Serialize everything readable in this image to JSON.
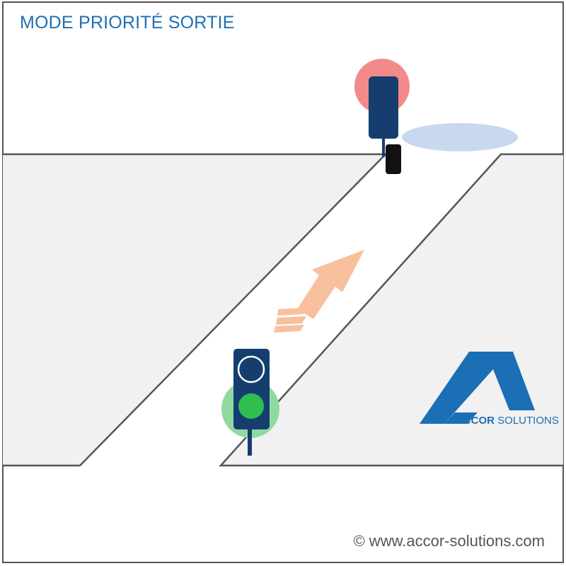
{
  "title": "MODE PRIORITÉ SORTIE",
  "copyright": "© www.accor-solutions.com",
  "logo": {
    "word1": "ACCOR",
    "word2": "SOLUTIONS",
    "color": "#1b6fb5"
  },
  "signals": {
    "top_light": {
      "state": "red",
      "color": "#f28a8a"
    },
    "bottom_light": {
      "state": "green",
      "color": "#2fbf4f"
    }
  },
  "colors": {
    "title": "#1f6fb4",
    "lane_shading": "#f1f1f1",
    "road_lines": "#555555",
    "arrow": "#f8c09c",
    "light_housing": "#153e6e",
    "detector_zone": "#c8d8ef"
  },
  "icons": {
    "direction_arrow": "direction-arrow-icon"
  }
}
